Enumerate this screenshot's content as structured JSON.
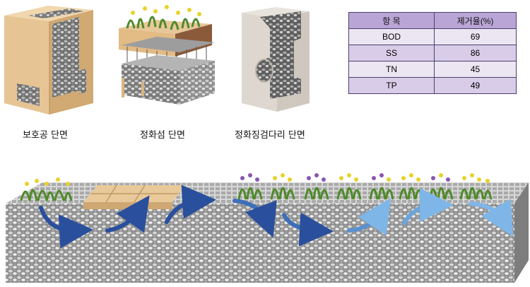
{
  "captions": {
    "protection": "보호공 단면",
    "purification_island": "정화섬 단면",
    "purification_bridge": "정화징검다리 단면"
  },
  "removal_table": {
    "headers": [
      "항   목",
      "제거율(%)"
    ],
    "rows": [
      {
        "item": "BOD",
        "rate": "69"
      },
      {
        "item": "SS",
        "rate": "86"
      },
      {
        "item": "TN",
        "rate": "45"
      },
      {
        "item": "TP",
        "rate": "49"
      }
    ],
    "colors": {
      "header_bg": "#b9a6d6",
      "row_bg_a": "#ece6f3",
      "row_bg_b": "#d8cce8",
      "border": "#4a3f6b"
    }
  },
  "colors": {
    "gravel": "#9c9c9c",
    "concrete": "#e9c99a",
    "planter_wood": "#8a5a3a",
    "arrow_dark": "#2a4f9c",
    "arrow_light": "#7fb6e8",
    "plant_green": "#4f8a2a",
    "flower_yellow": "#e8d22a",
    "flower_purple": "#8a55b0"
  }
}
